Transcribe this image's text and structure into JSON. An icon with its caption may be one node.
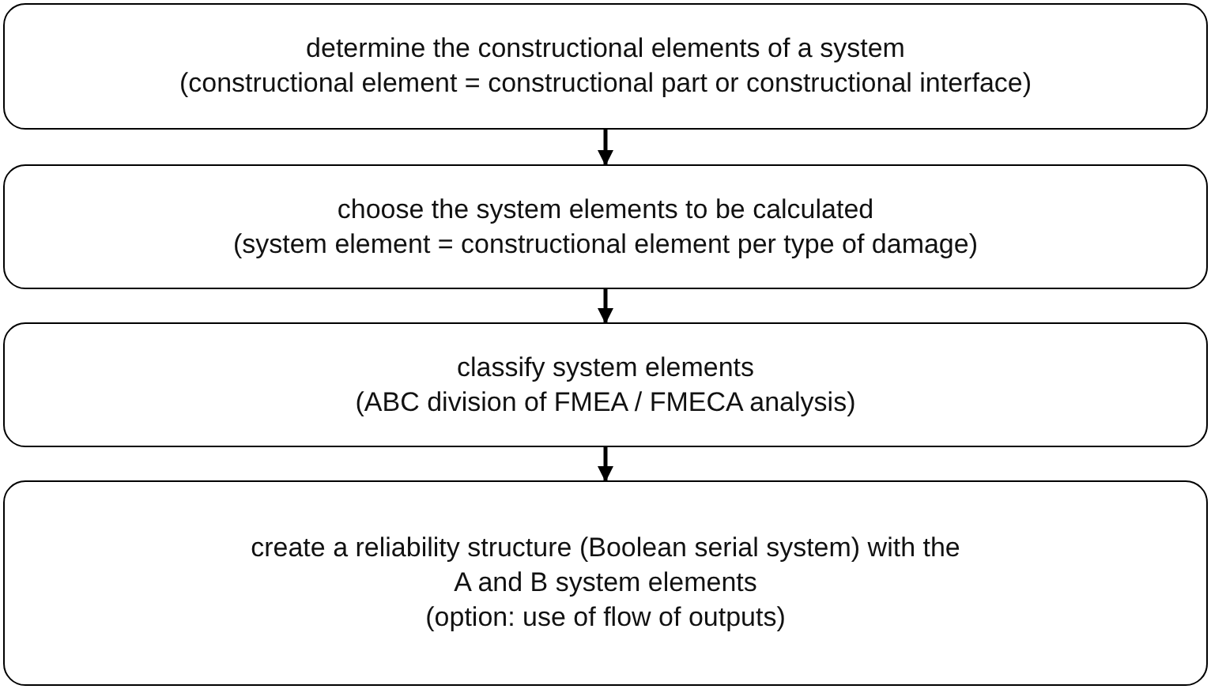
{
  "diagram": {
    "nodes": [
      {
        "text": [
          "determine the constructional elements of a system",
          "(constructional element = constructional part or constructional interface)"
        ]
      },
      {
        "text": [
          "choose the system elements to be calculated",
          "(system element = constructional element per type of damage)"
        ]
      },
      {
        "text": [
          "classify system elements",
          "(ABC division of FMEA / FMECA analysis)"
        ]
      },
      {
        "text": [
          "create a reliability structure (Boolean serial system) with the A and B system elements",
          "(option: use of flow of outputs)"
        ]
      }
    ],
    "edges": [
      {
        "from": 0,
        "to": 1,
        "arrow": "to"
      },
      {
        "from": 1,
        "to": 2,
        "arrow": "to"
      },
      {
        "from": 2,
        "to": 3,
        "arrow": "to"
      }
    ]
  }
}
